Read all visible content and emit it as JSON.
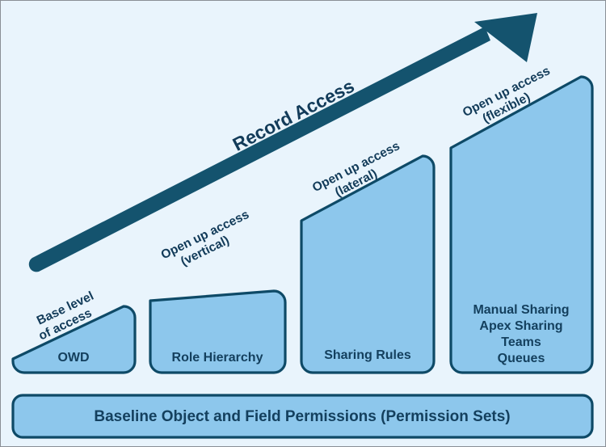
{
  "diagram": {
    "title_label": "Record Access",
    "background_color": "#E9F4FC",
    "shape_fill_color": "#8DC7EC",
    "shape_stroke_color": "#0E4A67",
    "arrow_color": "#14536E",
    "text_color": "#14405E",
    "arrow": {
      "name": "record-access-arrow",
      "label": "Record Access",
      "direction": "up-right"
    },
    "steps": [
      {
        "id": "owd",
        "box_label": "OWD",
        "annotation_line1": "Base level",
        "annotation_line2": "of access"
      },
      {
        "id": "role-hierarchy",
        "box_label": "Role Hierarchy",
        "annotation_line1": "Open up access",
        "annotation_line2": "(vertical)"
      },
      {
        "id": "sharing-rules",
        "box_label": "Sharing Rules",
        "annotation_line1": "Open up access",
        "annotation_line2": "(lateral)"
      },
      {
        "id": "manual-sharing",
        "box_label_lines": [
          "Manual Sharing",
          "Apex Sharing",
          "Teams",
          "Queues"
        ],
        "box_label_line1": "Manual Sharing",
        "box_label_line2": "Apex Sharing",
        "box_label_line3": "Teams",
        "box_label_line4": "Queues",
        "annotation_line1": "Open up access",
        "annotation_line2": "(flexible)"
      }
    ],
    "baseline": {
      "label": "Baseline Object and Field Permissions (Permission Sets)"
    }
  }
}
